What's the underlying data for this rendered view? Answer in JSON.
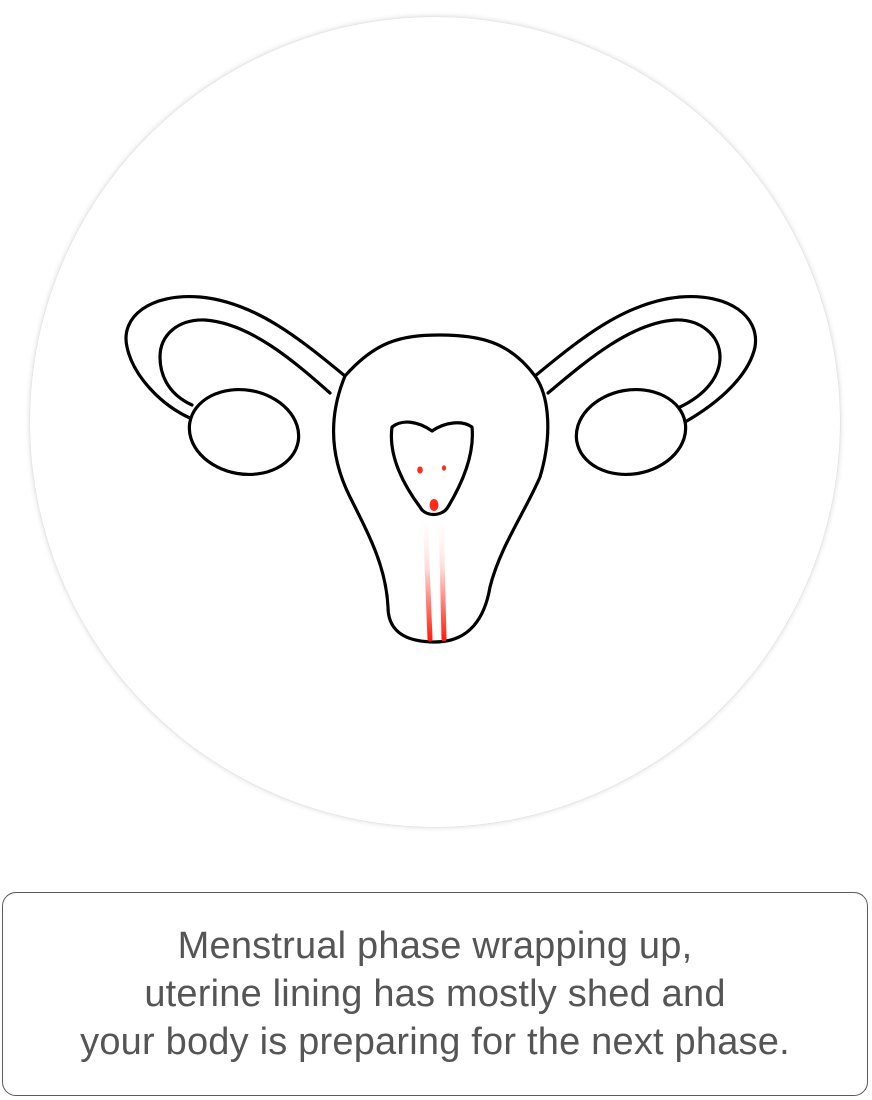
{
  "illustration": {
    "subject": "uterus-diagram",
    "outline_color": "#000000",
    "bleeding_color": "#ff2a1a"
  },
  "description": {
    "lines": [
      "Menstrual phase wrapping up,",
      "uterine lining has mostly shed and",
      "your body is preparing for the next phase."
    ],
    "text_color": "#555555"
  }
}
